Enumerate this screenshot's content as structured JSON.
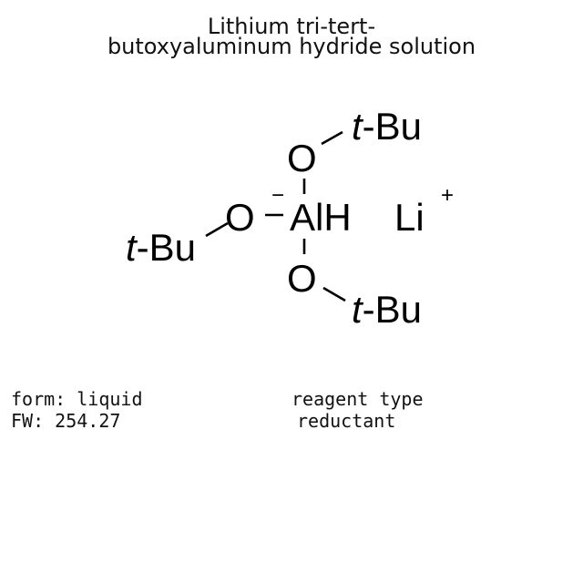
{
  "title": {
    "line1": "Lithium tri-tert-",
    "line2": "butoxyaluminum hydride solution"
  },
  "structure": {
    "center_atom": "AlH",
    "center_charge": "−",
    "counter_ion": "Li",
    "counter_charge": "+",
    "oxygens": [
      "O",
      "O",
      "O"
    ],
    "groups": [
      {
        "italic": "t",
        "rest": "-Bu"
      },
      {
        "italic": "t",
        "rest": "-Bu"
      },
      {
        "italic": "t",
        "rest": "-Bu"
      }
    ]
  },
  "properties": {
    "form": "form: liquid",
    "fw": "FW: 254.27",
    "reagent_type_label": "reagent type",
    "reagent_type_value": "reductant"
  }
}
